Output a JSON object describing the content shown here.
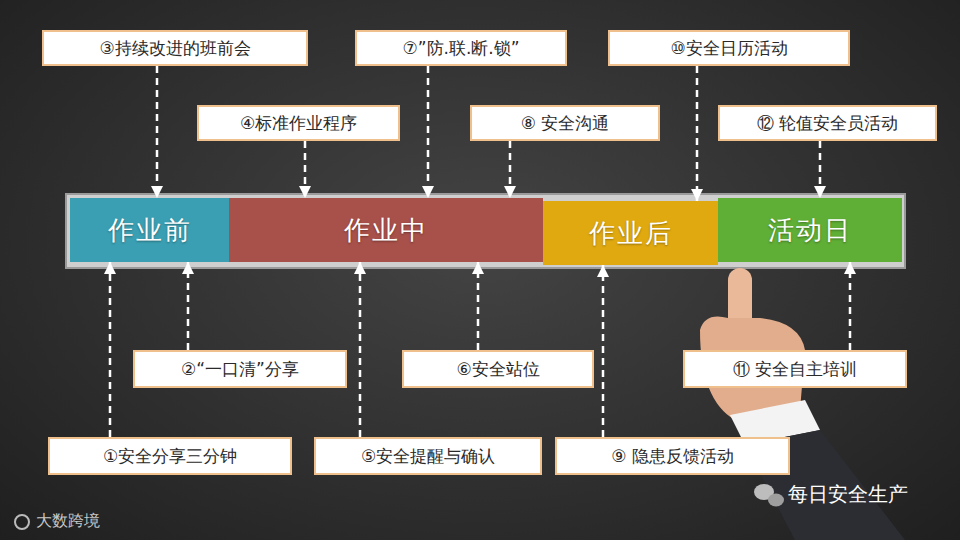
{
  "diagram": {
    "nodes": [
      {
        "text": [
          "③持续改进的班前会"
        ]
      },
      {
        "text": [
          "⑦”防.联.断.锁”"
        ]
      },
      {
        "text": [
          "⑩安全日历活动"
        ]
      },
      {
        "text": [
          "④标准作业程序"
        ]
      },
      {
        "text": [
          "⑧ 安全沟通"
        ]
      },
      {
        "text": [
          "⑫ 轮值安全员活动"
        ]
      },
      {
        "text": [
          "作业前"
        ]
      },
      {
        "text": [
          "作业中"
        ]
      },
      {
        "text": [
          "作业后"
        ]
      },
      {
        "text": [
          "活动日"
        ]
      },
      {
        "text": [
          "②“一口清”分享"
        ]
      },
      {
        "text": [
          "⑥安全站位"
        ]
      },
      {
        "text": [
          "⑪ 安全自主培训"
        ]
      },
      {
        "text": [
          "①安全分享三分钟"
        ]
      },
      {
        "text": [
          "⑤安全提醒与确认"
        ]
      },
      {
        "text": [
          "⑨ 隐患反馈活动"
        ]
      }
    ],
    "edges": [
      {
        "from": 0,
        "to": 6,
        "arrow": "to"
      },
      {
        "from": 3,
        "to": 7,
        "arrow": "to"
      },
      {
        "from": 1,
        "to": 7,
        "arrow": "to"
      },
      {
        "from": 4,
        "to": 7,
        "arrow": "to"
      },
      {
        "from": 2,
        "to": 8,
        "arrow": "to"
      },
      {
        "from": 5,
        "to": 9,
        "arrow": "to"
      },
      {
        "from": 13,
        "to": 6,
        "arrow": "to"
      },
      {
        "from": 10,
        "to": 6,
        "arrow": "to"
      },
      {
        "from": 14,
        "to": 7,
        "arrow": "to"
      },
      {
        "from": 11,
        "to": 7,
        "arrow": "to"
      },
      {
        "from": 15,
        "to": 8,
        "arrow": "to"
      },
      {
        "from": 12,
        "to": 9,
        "arrow": "to"
      }
    ],
    "labels": [
      "大数跨境",
      "每日安全生产"
    ]
  }
}
